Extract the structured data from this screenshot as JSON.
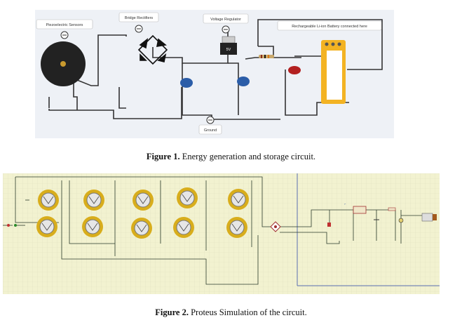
{
  "figure1": {
    "labels": {
      "piezo": "Piezoelectric Sensors",
      "rectifier": "Bridge Rectifiers",
      "regulator": "Voltage Regulator",
      "battery": "Rechargeable Li-ion Battery connected here",
      "ground": "Ground",
      "regulator_value": "5V"
    },
    "caption_bold": "Figure 1.",
    "caption_text": " Energy generation and storage circuit."
  },
  "figure2": {
    "caption_bold": "Figure 2.",
    "caption_text": " Proteus Simulation of the circuit."
  },
  "colors": {
    "wire": "#333333",
    "battery_body": "#f3b323",
    "piezo_gold": "#d8ad1c",
    "capacitor": "#2b5da8",
    "led": "#b32020",
    "grid_bg": "#f2f2d0",
    "grid_line": "#e0e0c0"
  }
}
